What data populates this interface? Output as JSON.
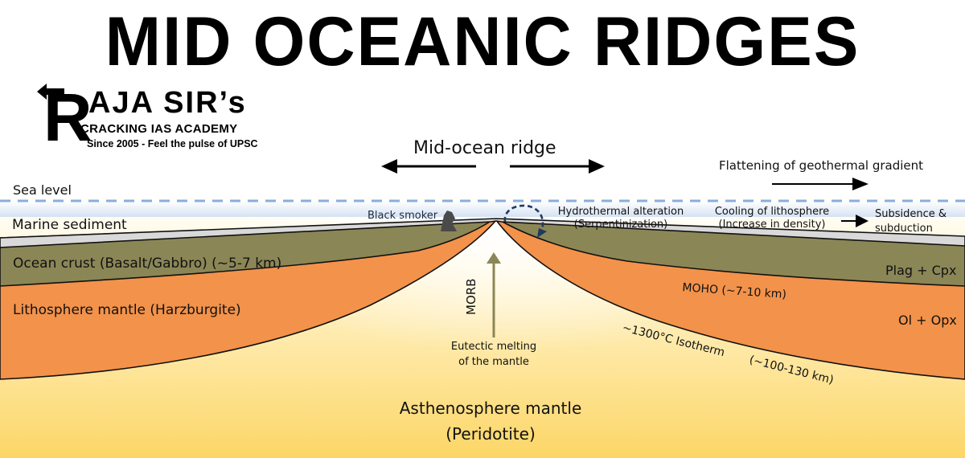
{
  "title": "MID OCEANIC RIDGES",
  "logo": {
    "initial": "R",
    "name": "AJA SIR’s",
    "subtitle": "CRACKING IAS ACADEMY",
    "tagline": "Since 2005 - Feel the pulse of UPSC"
  },
  "header_labels": {
    "ridge": "Mid-ocean ridge",
    "geothermal": "Flattening of geothermal gradient"
  },
  "layers": {
    "sea_level": "Sea level",
    "marine_sediment": "Marine sediment",
    "ocean_crust": "Ocean crust (Basalt/Gabbro) (~5-7 km)",
    "lithosphere": "Lithosphere mantle (Harzburgite)",
    "asthenosphere_line1": "Asthenosphere mantle",
    "asthenosphere_line2": "(Peridotite)"
  },
  "annotations": {
    "black_smoker": "Black smoker",
    "hydro_line1": "Hydrothermal alteration",
    "hydro_line2": "(Serpentinization)",
    "cooling_line1": "Cooling of lithosphere",
    "cooling_line2": "(Increase in density)",
    "subsidence_line1": "Subsidence &",
    "subsidence_line2": "subduction",
    "plag_cpx": "Plag + Cpx",
    "ol_opx": "Ol + Opx",
    "moho": "MOHO (~7-10 km)",
    "isotherm": "~1300°C Isotherm",
    "isotherm_depth": "(~100-130 km)",
    "morb": "MORB",
    "eutectic_line1": "Eutectic melting",
    "eutectic_line2": "of the mantle"
  },
  "colors": {
    "water_top": "#ffffff",
    "water_bottom": "#6d9ad6",
    "sea_level_dash": "#8aaedb",
    "sediment": "#d9d9d9",
    "crust": "#8b8656",
    "lithosphere": "#f3924a",
    "asthenosphere_top": "#fffdf2",
    "asthenosphere_bottom": "#fcd667",
    "morb_arrow": "#8b8656",
    "hydro_arrow": "#1f3a5f",
    "smoker": "#4a4a4a"
  }
}
